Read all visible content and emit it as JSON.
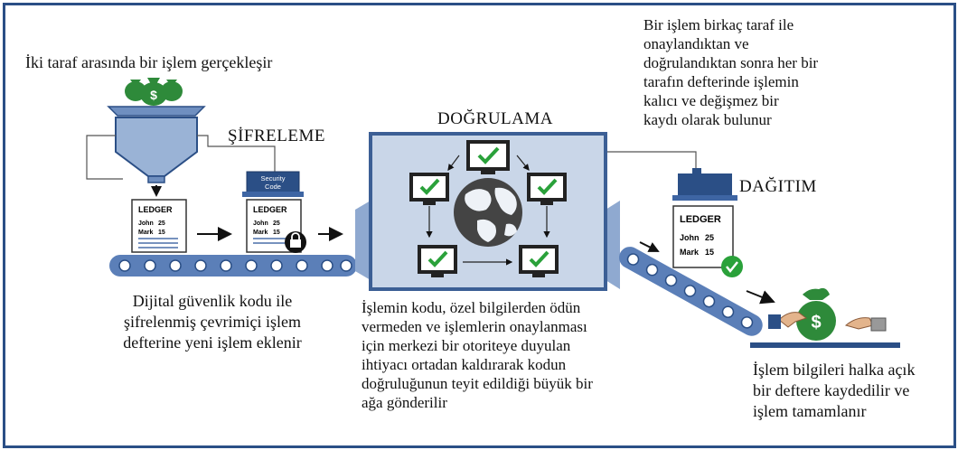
{
  "texts": {
    "step1": "İki taraf arasında bir işlem gerçekleşir",
    "sifreleme": "ŞİFRELEME",
    "dogrulama": "DOĞRULAMA",
    "dagitim": "DAĞITIM",
    "top_right_1": "Bir işlem birkaç taraf ile",
    "top_right_2": "onaylandıktan ve",
    "top_right_3": "doğrulandıktan sonra her bir",
    "top_right_4": "tarafın defterinde işlemin",
    "top_right_5": "kalıcı ve değişmez bir",
    "top_right_6": "kaydı olarak bulunur",
    "bl_1": "Dijital güvenlik kodu ile",
    "bl_2": "şifrelenmiş  çevrimiçi işlem",
    "bl_3": "defterine yeni işlem eklenir",
    "mid_1": "İşlemin kodu, özel bilgilerden ödün",
    "mid_2": "vermeden ve işlemlerin onaylanması",
    "mid_3": "için merkezi bir otoriteye duyulan",
    "mid_4": "ihtiyacı ortadan kaldırarak kodun",
    "mid_5": "doğruluğunun teyit edildiği büyük bir",
    "mid_6": "ağa gönderilir",
    "br_1": "İşlem bilgileri halka açık",
    "br_2": "bir deftere kaydedilir ve",
    "br_3": "işlem tamamlanır"
  },
  "ledger": {
    "title": "LEDGER",
    "row1_name": "John",
    "row1_value": "25",
    "row2_name": "Mark",
    "row2_value": "15"
  },
  "security": {
    "line1": "Security",
    "line2": "Code"
  },
  "money_symbol": "$",
  "colors": {
    "frame": "#2b4f86",
    "conveyor": "#5b7fb8",
    "hopper": "#9ab3d6",
    "network_bg": "#c9d6e8",
    "network_border": "#3c5f95",
    "check": "#2aa13a",
    "money": "#2e8a3a",
    "printer": "#2b4f86"
  }
}
